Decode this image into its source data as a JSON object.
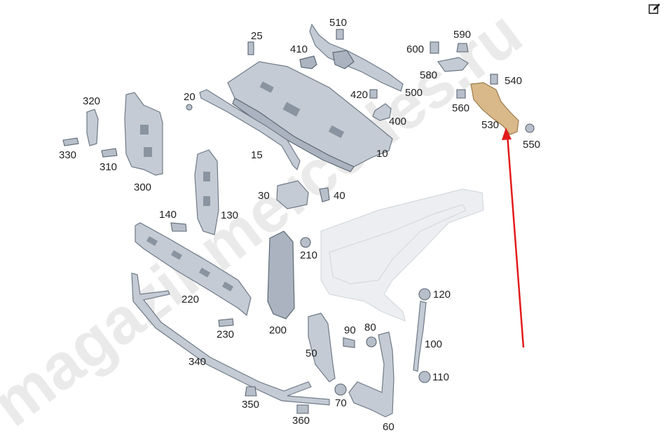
{
  "toolbar": {
    "edit_icon": "edit-icon"
  },
  "watermark": {
    "text": "magazinmercedes.ru"
  },
  "callouts": {
    "c10": "10",
    "c15": "15",
    "c20": "20",
    "c25": "25",
    "c30": "30",
    "c40": "40",
    "c50": "50",
    "c60": "60",
    "c70": "70",
    "c80": "80",
    "c90": "90",
    "c100": "100",
    "c110": "110",
    "c120": "120",
    "c130": "130",
    "c140": "140",
    "c200": "200",
    "c210": "210",
    "c220": "220",
    "c230": "230",
    "c300": "300",
    "c310": "310",
    "c320": "320",
    "c330": "330",
    "c340": "340",
    "c350": "350",
    "c360": "360",
    "c400": "400",
    "c410": "410",
    "c420": "420",
    "c500": "500",
    "c510": "510",
    "c530": "530",
    "c540": "540",
    "c550": "550",
    "c560": "560",
    "c580": "580",
    "c590": "590",
    "c600": "600"
  },
  "colors": {
    "highlight_part": "#d9b98a",
    "arrow": "#e31b1b",
    "part": "#c4cbd4"
  }
}
